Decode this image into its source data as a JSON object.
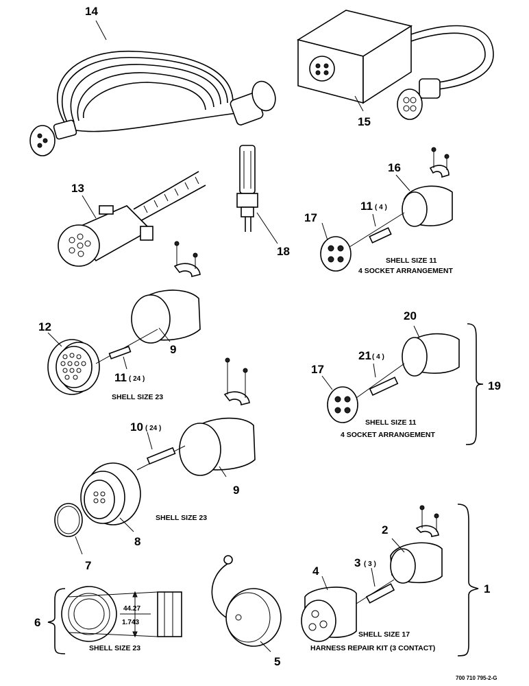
{
  "callouts": {
    "c14": "14",
    "c15": "15",
    "c13": "13",
    "c18": "18",
    "c16": "16",
    "c17a": "17",
    "c11a": "11",
    "c11a_qty": "( 4 )",
    "c12": "12",
    "c9a": "9",
    "c11b": "11",
    "c11b_qty": "( 24 )",
    "c20": "20",
    "c21": "21",
    "c21_qty": "( 4 )",
    "c17b": "17",
    "c19": "19",
    "c10": "10",
    "c10_qty": "( 24 )",
    "c9b": "9",
    "c8": "8",
    "c7": "7",
    "c6": "6",
    "c5": "5",
    "c4": "4",
    "c3": "3",
    "c3_qty": "( 3 )",
    "c2": "2",
    "c1": "1"
  },
  "captions": {
    "shell11_top_a": "SHELL SIZE 11",
    "shell11_top_b": "4 SOCKET ARRANGEMENT",
    "shell23_a": "SHELL SIZE 23",
    "shell11_mid_a": "SHELL SIZE 11",
    "shell11_mid_b": "4 SOCKET ARRANGEMENT",
    "shell23_b": "SHELL SIZE 23",
    "shell23_c": "SHELL SIZE 23",
    "shell17_a": "SHELL SIZE 17",
    "shell17_b": "HARNESS REPAIR KIT (3 CONTACT)"
  },
  "dimension": {
    "mm": "44.27",
    "inch": "1.743"
  },
  "figure_id": "700 710 795-2-G"
}
